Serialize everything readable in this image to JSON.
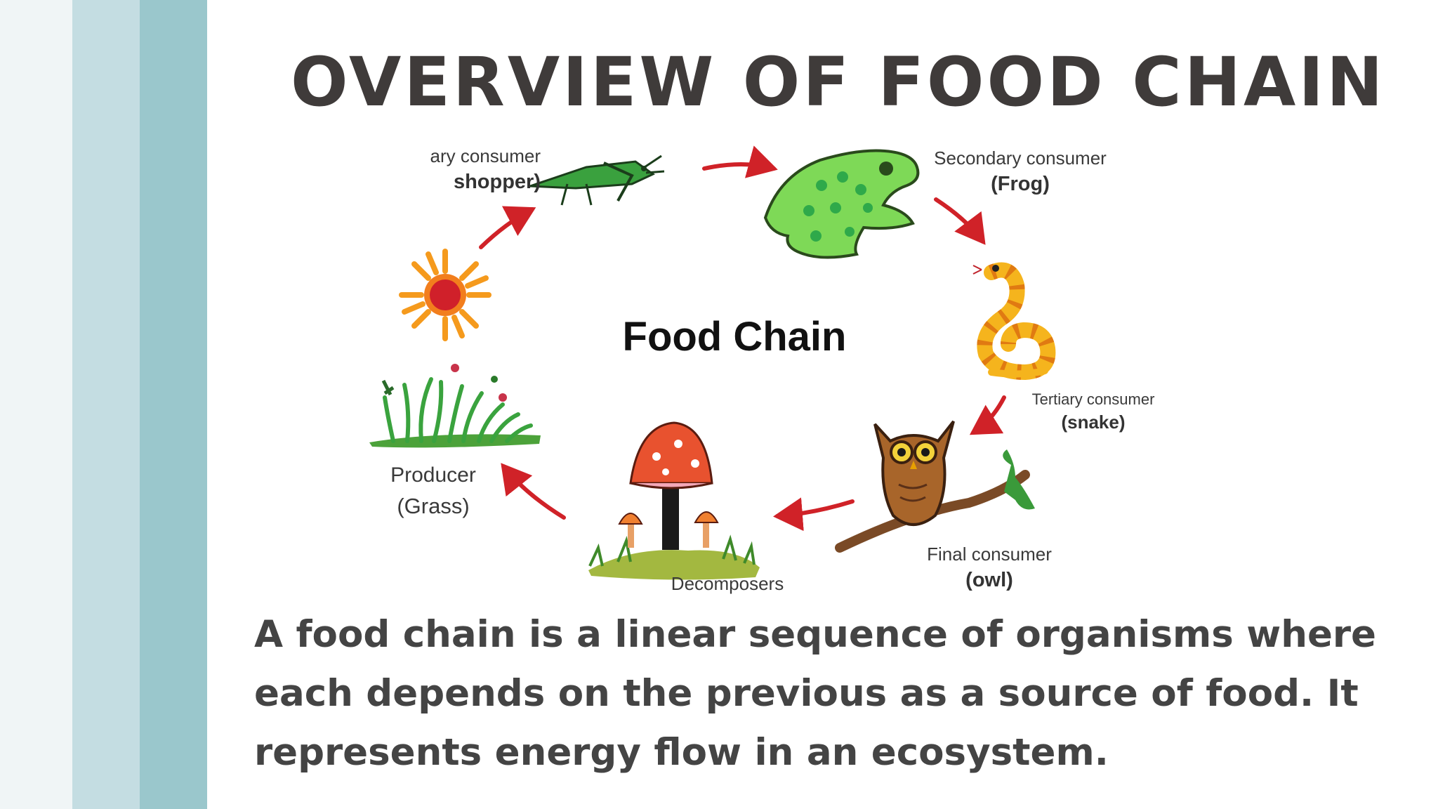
{
  "slide": {
    "title": "OVERVIEW OF FOOD CHAIN",
    "description": "A food chain is a linear sequence of organisms where each depends on the previous as a source of food. It represents energy flow in an ecosystem.",
    "stripe_colors": [
      "#f0f5f6",
      "#c4dde2",
      "#9ac7cc"
    ],
    "title_color": "#3f3b3a"
  },
  "diagram": {
    "center_label": "Food Chain",
    "stages": [
      {
        "role": "ary consumer",
        "name": "shopper)",
        "icon": "grasshopper-icon"
      },
      {
        "role": "Secondary consumer",
        "name": "(Frog)",
        "icon": "frog-icon"
      },
      {
        "role": "Tertiary consumer",
        "name": "(snake)",
        "icon": "snake-icon"
      },
      {
        "role": "Final consumer",
        "name": "(owl)",
        "icon": "owl-icon"
      },
      {
        "role": "Decomposers",
        "name": "",
        "icon": "mushroom-icon"
      },
      {
        "role": "Producer",
        "name": "(Grass)",
        "icon": "grass-icon"
      }
    ],
    "sun_icon": "sun-icon",
    "arrow_color": "#d02228"
  }
}
